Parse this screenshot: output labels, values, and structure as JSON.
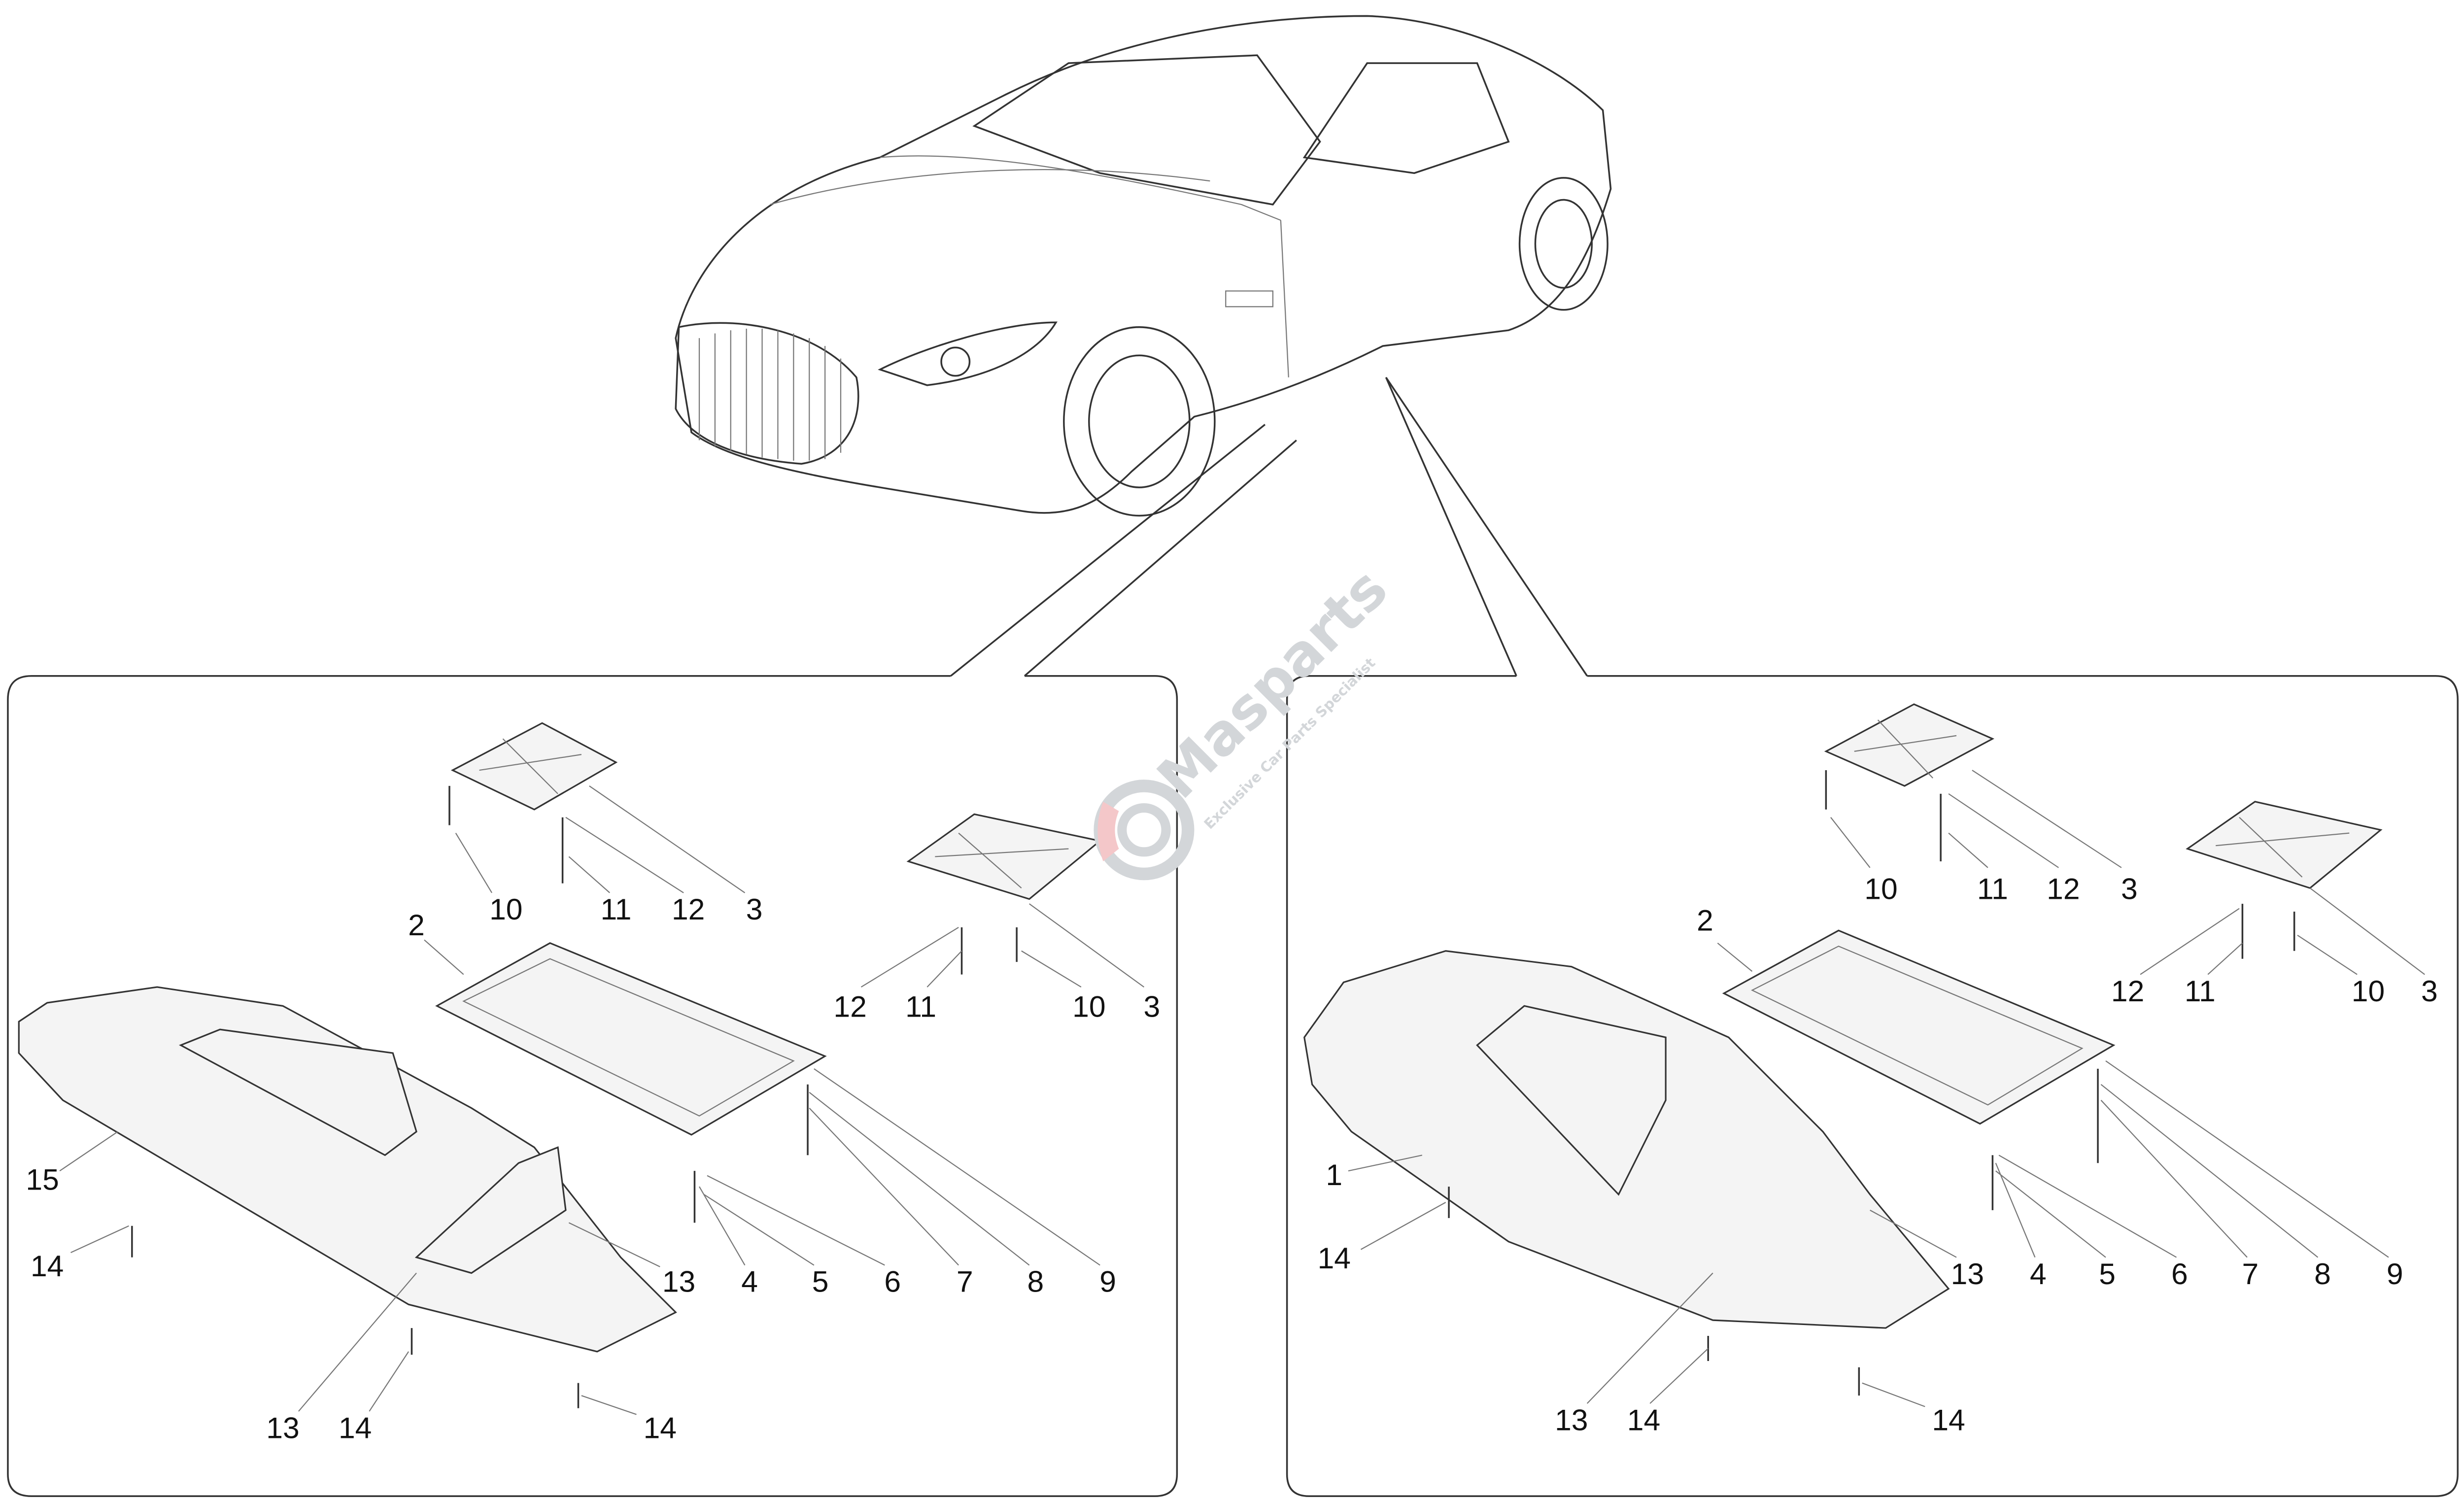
{
  "watermark": {
    "brand": "Masparts",
    "tagline": "Exclusive Car Parts Specialist",
    "accent_color": "#f4c7c9"
  },
  "left_panel": {
    "labels": [
      "10",
      "11",
      "12",
      "3",
      "2",
      "12",
      "11",
      "10",
      "3",
      "15",
      "14",
      "13",
      "4",
      "5",
      "6",
      "7",
      "8",
      "9",
      "13",
      "14",
      "14"
    ]
  },
  "right_panel": {
    "labels": [
      "10",
      "11",
      "12",
      "3",
      "2",
      "12",
      "11",
      "10",
      "3",
      "1",
      "14",
      "13",
      "4",
      "5",
      "6",
      "7",
      "8",
      "9",
      "13",
      "14",
      "14"
    ]
  }
}
